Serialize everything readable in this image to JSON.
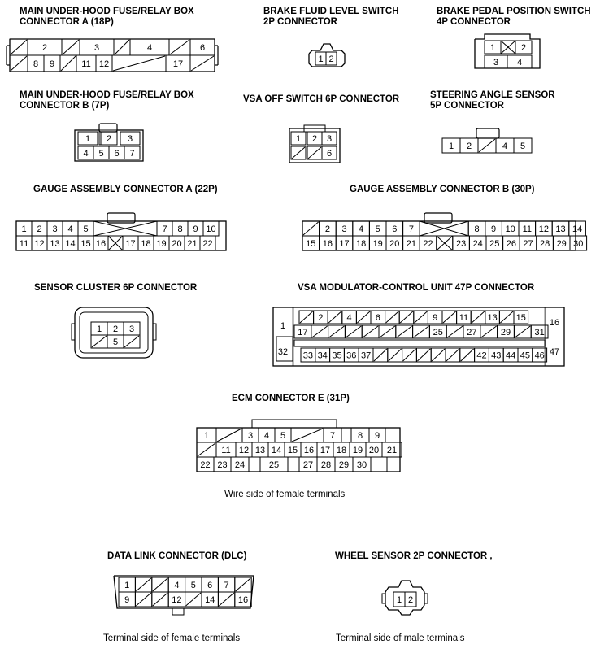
{
  "titles": {
    "fuse_a": [
      "MAIN UNDER-HOOD FUSE/RELAY BOX",
      "CONNECTOR A (18P)"
    ],
    "brake_fluid": [
      "BRAKE FLUID LEVEL SWITCH",
      "2P CONNECTOR"
    ],
    "brake_pedal": [
      "BRAKE PEDAL POSITION SWITCH",
      "4P CONNECTOR"
    ],
    "fuse_b": [
      "MAIN UNDER-HOOD FUSE/RELAY BOX",
      "CONNECTOR B (7P)"
    ],
    "vsa_off": [
      "VSA OFF SWITCH 6P CONNECTOR"
    ],
    "steering": [
      "STEERING ANGLE SENSOR",
      "5P CONNECTOR"
    ],
    "gauge_a": [
      "GAUGE ASSEMBLY CONNECTOR A (22P)"
    ],
    "gauge_b": [
      "GAUGE ASSEMBLY CONNECTOR B (30P)"
    ],
    "sensor_cluster": [
      "SENSOR CLUSTER 6P CONNECTOR"
    ],
    "vsa_mod": [
      "VSA MODULATOR-CONTROL UNIT 47P CONNECTOR"
    ],
    "ecm": [
      "ECM CONNECTOR E (31P)"
    ],
    "dlc": [
      "DATA LINK CONNECTOR (DLC)"
    ],
    "wheel": [
      "WHEEL SENSOR 2P CONNECTOR ,"
    ]
  },
  "notes": {
    "wire_side": "Wire side of female terminals",
    "terminal_female": "Terminal side of female terminals",
    "terminal_male": "Terminal side of male terminals"
  },
  "connectors": {
    "fuse_a": {
      "row1": [
        "",
        "2",
        "",
        "3",
        "",
        "4",
        "",
        "6"
      ],
      "row2": [
        "",
        "8",
        "9",
        "",
        "11",
        "12",
        "",
        "17",
        ""
      ]
    },
    "brake_fluid": {
      "pins": [
        "1",
        "2"
      ]
    },
    "brake_pedal": {
      "row1": [
        "1",
        "",
        "2"
      ],
      "row2": [
        "3",
        "4"
      ]
    },
    "fuse_b": {
      "row1": [
        "1",
        "2",
        "3"
      ],
      "row2": [
        "4",
        "5",
        "6",
        "7"
      ]
    },
    "vsa_off": {
      "row1": [
        "1",
        "2",
        "3"
      ],
      "row2": [
        "",
        "",
        "6"
      ]
    },
    "steering": {
      "pins": [
        "1",
        "2",
        "",
        "4",
        "5"
      ]
    },
    "gauge_a": {
      "row1": [
        "1",
        "2",
        "3",
        "4",
        "5",
        "",
        "7",
        "8",
        "9",
        "10"
      ],
      "row2": [
        "11",
        "12",
        "13",
        "14",
        "15",
        "16",
        "",
        "17",
        "18",
        "19",
        "20",
        "21",
        "22"
      ]
    },
    "gauge_b": {
      "row1": [
        "",
        "2",
        "3",
        "4",
        "5",
        "6",
        "7",
        "",
        "8",
        "9",
        "10",
        "11",
        "12",
        "13",
        "14"
      ],
      "row2": [
        "15",
        "16",
        "17",
        "18",
        "19",
        "20",
        "21",
        "22",
        "",
        "23",
        "24",
        "25",
        "26",
        "27",
        "28",
        "29",
        "30"
      ]
    },
    "sensor_cluster": {
      "row1": [
        "1",
        "2",
        "3"
      ],
      "row2": [
        "",
        "5",
        ""
      ]
    },
    "vsa_mod": {
      "left": [
        "1",
        "32"
      ],
      "right": [
        "16",
        "47"
      ],
      "row1": [
        "",
        "2",
        "",
        "4",
        "",
        "6",
        "",
        "",
        "",
        "9",
        "",
        "11",
        "",
        "13",
        "",
        "15"
      ],
      "row2": [
        "17",
        "",
        "",
        "",
        "",
        "",
        "",
        "",
        "25",
        "",
        "27",
        "",
        "29",
        "",
        "31"
      ],
      "row3": [
        "33",
        "34",
        "35",
        "36",
        "37",
        "",
        "",
        "",
        "",
        "",
        "",
        "",
        "42",
        "43",
        "44",
        "45",
        "46"
      ]
    },
    "ecm": {
      "row1": [
        "1",
        "",
        "3",
        "4",
        "5",
        "",
        "7",
        "8",
        "9"
      ],
      "row2": [
        "",
        "11",
        "12",
        "13",
        "14",
        "15",
        "16",
        "17",
        "18",
        "19",
        "20",
        "21"
      ],
      "row3": [
        "22",
        "23",
        "24",
        "25",
        "",
        "27",
        "28",
        "29",
        "30"
      ]
    },
    "dlc": {
      "row1": [
        "1",
        "",
        "",
        "4",
        "5",
        "6",
        "7",
        ""
      ],
      "row2": [
        "9",
        "",
        "",
        "12",
        "",
        "14",
        "",
        "16"
      ]
    },
    "wheel": {
      "pins": [
        "1",
        "2"
      ]
    }
  }
}
